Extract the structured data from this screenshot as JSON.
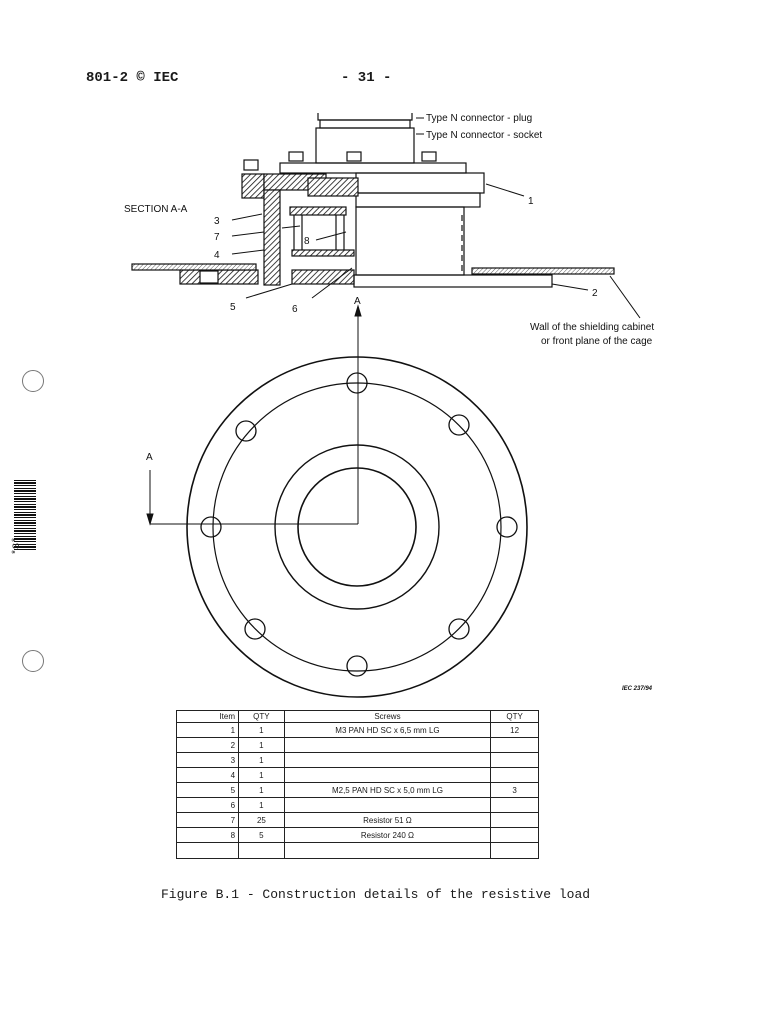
{
  "header": {
    "left": "801-2 © IEC",
    "center": "- 31 -"
  },
  "drawing": {
    "section_label": "SECTION A-A",
    "connector_plug": "Type N connector - plug",
    "connector_socket": "Type N connector - socket",
    "wall_label_line1": "Wall of the shielding cabinet",
    "wall_label_line2": "or front plane of the cage",
    "section_marker": "A",
    "callouts": [
      "1",
      "2",
      "3",
      "4",
      "5",
      "6",
      "7",
      "8"
    ],
    "ref_code": "IEC 237/94"
  },
  "margin_mark": "*S*",
  "table": {
    "headers": [
      "Item",
      "QTY",
      "Screws",
      "QTY"
    ],
    "rows": [
      [
        "1",
        "1",
        "M3 PAN HD SC x 6,5 mm LG",
        "12"
      ],
      [
        "2",
        "1",
        "",
        ""
      ],
      [
        "3",
        "1",
        "",
        ""
      ],
      [
        "4",
        "1",
        "",
        ""
      ],
      [
        "5",
        "1",
        "M2,5 PAN HD SC x 5,0 mm LG",
        "3"
      ],
      [
        "6",
        "1",
        "",
        ""
      ],
      [
        "7",
        "25",
        "Resistor 51 Ω",
        ""
      ],
      [
        "8",
        "5",
        "Resistor 240 Ω",
        ""
      ],
      [
        "",
        "",
        "",
        ""
      ]
    ]
  },
  "caption": "Figure B.1 - Construction details of the resistive load"
}
